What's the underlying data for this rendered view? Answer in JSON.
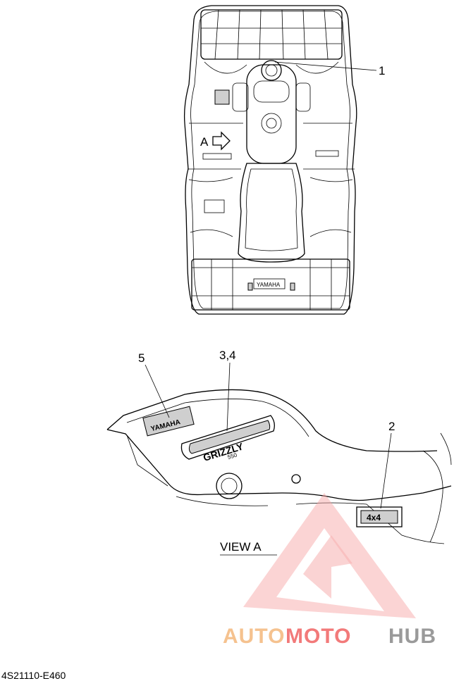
{
  "callouts": {
    "c1": "1",
    "c2": "2",
    "c34": "3,4",
    "c5": "5"
  },
  "view_marker": "A",
  "view_title": "VIEW A",
  "part_code": "4S21110-E460",
  "decals": {
    "yamaha": "YAMAHA",
    "grizzly": "GRIZZLY",
    "grizzly_sub": "550",
    "fourbyfour": "4x4"
  },
  "watermark": {
    "text_auto": "AUTO",
    "text_moto": "MOTO",
    "text_hub": "HUB",
    "color_auto": "#f5c28f",
    "color_moto": "#f27a7a",
    "color_hub": "#9a9a9a",
    "triangle_color": "#f26b6b"
  }
}
